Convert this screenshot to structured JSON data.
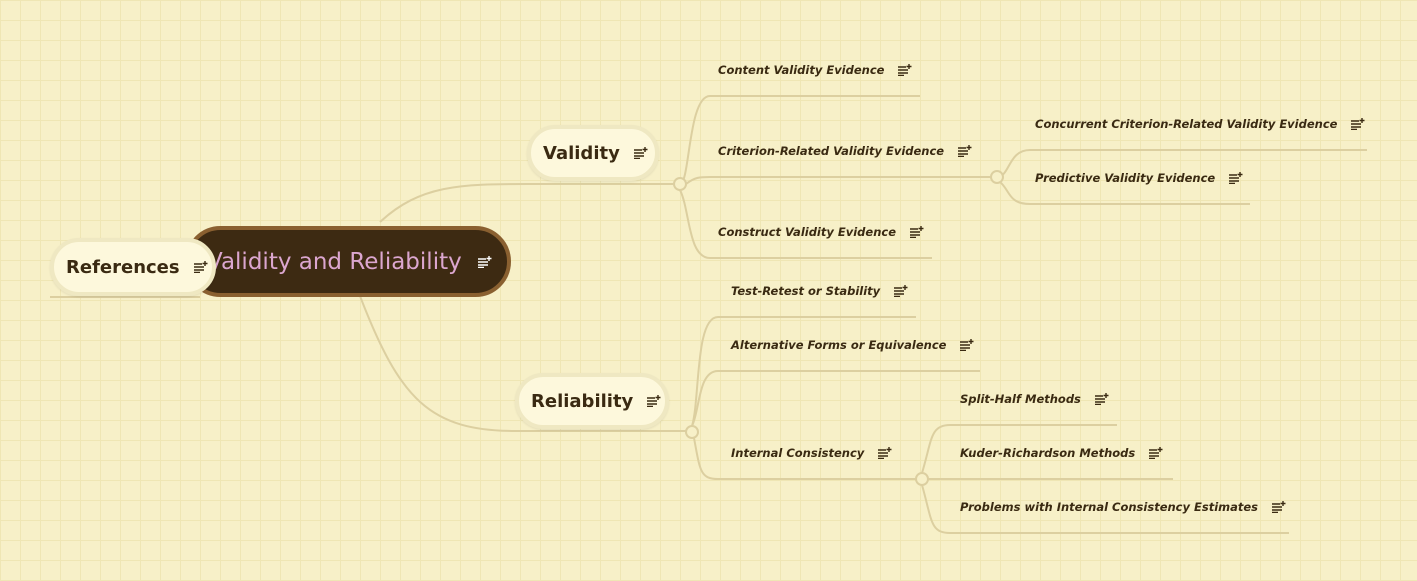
{
  "colors": {
    "background": "#f7f0c8",
    "central_fill": "#3d2a12",
    "central_border": "#8a6030",
    "central_text": "#dba6cf",
    "topic_fill": "#fdf8dc",
    "branch_line": "#dccfa0",
    "text": "#3a2a12"
  },
  "central": {
    "label": "Validity and Reliability",
    "icon": "notes-add-icon"
  },
  "references": {
    "label": "References",
    "icon": "notes-add-icon"
  },
  "validity": {
    "label": "Validity",
    "icon": "notes-add-icon",
    "children": [
      {
        "label": "Content Validity Evidence"
      },
      {
        "label": "Criterion-Related Validity Evidence",
        "children": [
          {
            "label": "Concurrent Criterion-Related Validity Evidence"
          },
          {
            "label": "Predictive Validity Evidence"
          }
        ]
      },
      {
        "label": "Construct Validity Evidence"
      }
    ]
  },
  "reliability": {
    "label": "Reliability",
    "icon": "notes-add-icon",
    "children": [
      {
        "label": "Test-Retest or Stability"
      },
      {
        "label": "Alternative Forms or Equivalence"
      },
      {
        "label": "Internal Consistency",
        "children": [
          {
            "label": "Split-Half Methods"
          },
          {
            "label": "Kuder-Richardson Methods"
          },
          {
            "label": "Problems with Internal Consistency Estimates"
          }
        ]
      }
    ]
  }
}
